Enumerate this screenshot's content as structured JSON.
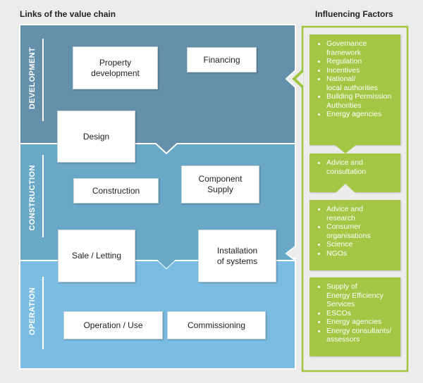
{
  "headers": {
    "value_chain": "Links of the value chain",
    "factors": "Influencing Factors"
  },
  "phases": {
    "development": "DEVELOPMENT",
    "construction": "CONSTRUCTION",
    "operation": "OPERATION"
  },
  "steps": {
    "property_development": "Property\ndevelopment",
    "financing": "Financing",
    "design": "Design",
    "construction": "Construction",
    "component_supply": "Component\nSupply",
    "sale_letting": "Sale / Letting",
    "installation": "Installation\nof systems",
    "operation_use": "Operation / Use",
    "commissioning": "Commissioning"
  },
  "factors": {
    "group1": [
      "Governance\nframework",
      "Regulation",
      "Incentives",
      "National/\nlocal authorities",
      "Building Permission\nAuthorities",
      "Energy agencies"
    ],
    "group2": [
      "Advice and\nconsultation"
    ],
    "group3": [
      "Advice and\nresearch",
      "Consumer\norganisations",
      "Science",
      "NGOs"
    ],
    "group4": [
      "Supply of\nEnergy Efficiency\nServices",
      "ESCOs",
      "Energy agencies",
      "Energy consultants/\nassessors"
    ]
  },
  "colors": {
    "background": "#ececec",
    "development": "#6590ab",
    "construction": "#6aa8c8",
    "operation": "#7bbde2",
    "factor_green": "#a3c644",
    "factor_frame": "#9dc43c"
  }
}
